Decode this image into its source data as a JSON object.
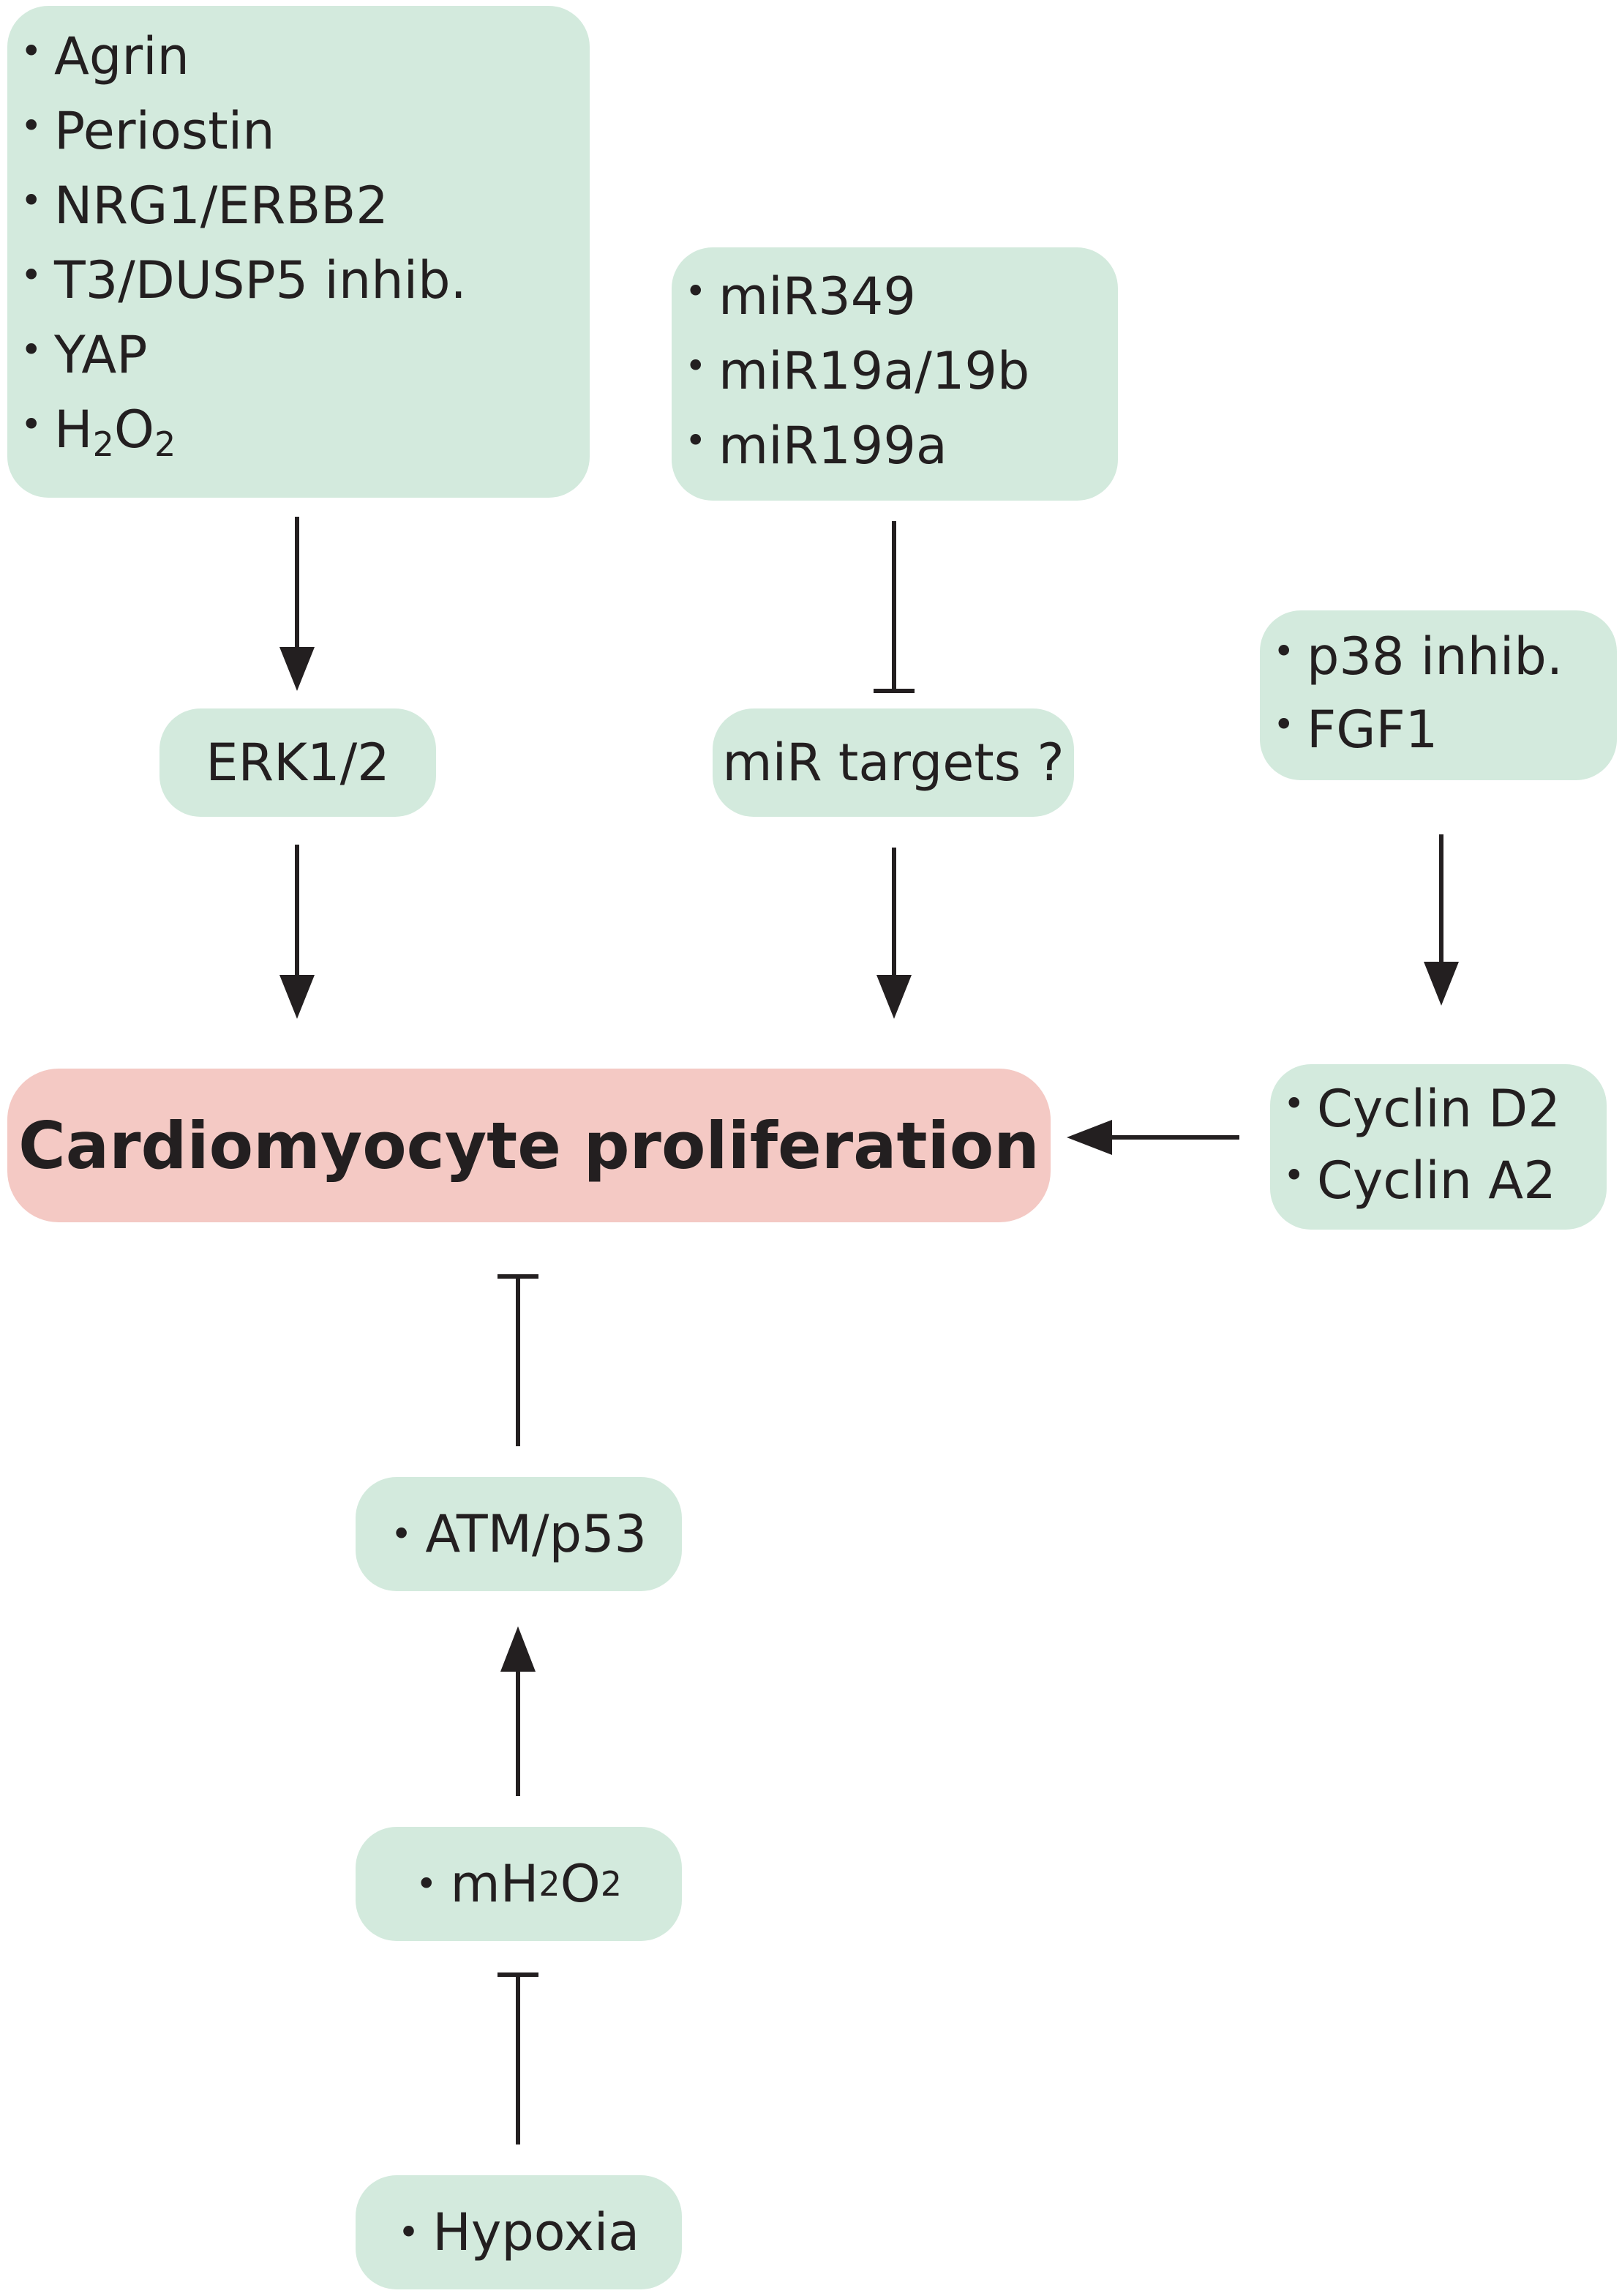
{
  "nodes": {
    "upstream_a": {
      "items": [
        "Agrin",
        "Periostin",
        "NRG1/ERBB2",
        "T3/DUSP5 inhib.",
        "YAP"
      ],
      "h2o2": {
        "h": "H",
        "sub2": "2",
        "o": "O",
        "sub2b": "2"
      }
    },
    "mirnas": {
      "items": [
        "miR349",
        "miR19a/19b",
        "miR199a"
      ]
    },
    "erk": {
      "label": "ERK1/2"
    },
    "mir_targets": {
      "label": "miR targets ?"
    },
    "p38_group": {
      "items": [
        "p38 inhib.",
        "FGF1"
      ]
    },
    "cyclins": {
      "items": [
        "Cyclin D2",
        "Cyclin A2"
      ]
    },
    "target": {
      "label": "Cardiomyocyte proliferation"
    },
    "atm": {
      "label": "ATM/p53"
    },
    "mh2o2": {
      "m": "mH",
      "sub1": "2",
      "o": "O",
      "sub2": "2"
    },
    "hypoxia": {
      "label": "Hypoxia"
    }
  },
  "colors": {
    "node_fill": "#d3eadd",
    "target_fill": "#f4c9c4",
    "arrow": "#231f20"
  }
}
